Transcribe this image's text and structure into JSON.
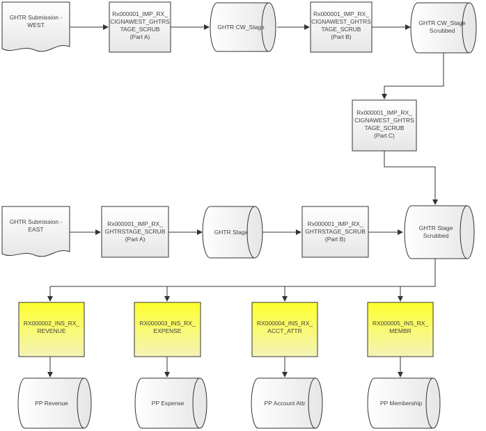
{
  "nodes": {
    "west_doc": {
      "text": "GHTR Submission -\nWEST"
    },
    "west_a": {
      "text": "Rx000001_IMP_RX_\nCIGNAWEST_GHTRS\nTAGE_SCRUB\n(Part A)"
    },
    "cw_stage": {
      "text": "GHTR CW_Stage"
    },
    "west_b": {
      "text": "Rx000001_IMP_RX_\nCIGNAWEST_GHTRS\nTAGE_SCRUB\n(Part B)"
    },
    "cw_scrub": {
      "text": "GHTR CW_Stage\nScrubbed"
    },
    "west_c": {
      "text": "Rx000001_IMP_RX_\nCIGNAWEST_GHTRS\nTAGE_SCRUB\n(Part C)"
    },
    "east_doc": {
      "text": "GHTR Submission -\nEAST"
    },
    "east_a": {
      "text": "Rx000001_IMP_RX_\nGHTRSTAGE_SCRUB\n(Part A)"
    },
    "ghtr_stage": {
      "text": "GHTR Stage"
    },
    "east_b": {
      "text": "Rx000001_IMP_RX_\nGHTRSTAGE_SCRUB\n(Part B)"
    },
    "stage_scrub": {
      "text": "GHTR Stage\nScrubbed"
    },
    "rx2": {
      "text": "RX000002_INS_RX_\nREVENUE"
    },
    "rx3": {
      "text": "RX000003_INS_RX_\nEXPENSE"
    },
    "rx4": {
      "text": "RX000004_INS_RX_\nACCT_ATTR"
    },
    "rx5": {
      "text": "RX000005_INS_RX_\nMEMBR"
    },
    "pp_revenue": {
      "text": "PP Revenue"
    },
    "pp_expense": {
      "text": "PP Expense"
    },
    "pp_acct": {
      "text": "PP Account Attr"
    },
    "pp_member": {
      "text": "PP Membership"
    }
  },
  "colors": {
    "process_fill_top": "#ffffff",
    "process_fill_bottom": "#e8e8e8",
    "highlight_fill_top": "#ffff33",
    "highlight_fill_bottom": "#f2f2b0",
    "stroke": "#333333",
    "connector": "#333333"
  }
}
